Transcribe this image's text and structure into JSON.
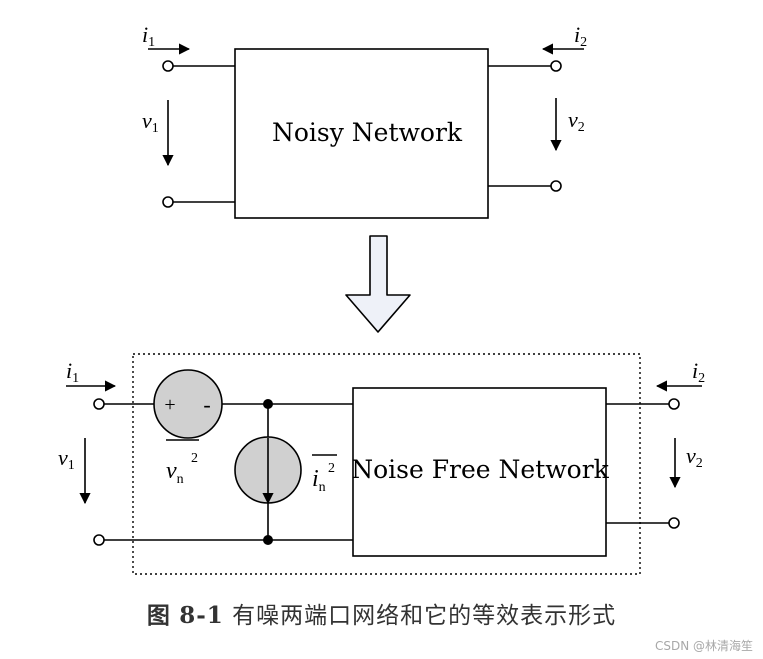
{
  "top_network": {
    "label": "Noisy Network",
    "port1_current": "i",
    "port1_current_sub": "1",
    "port1_voltage": "v",
    "port1_voltage_sub": "1",
    "port2_current": "i",
    "port2_current_sub": "2",
    "port2_voltage": "v",
    "port2_voltage_sub": "2"
  },
  "bottom_network": {
    "label": "Noise Free Network",
    "port1_current": "i",
    "port1_current_sub": "1",
    "port1_voltage": "v",
    "port1_voltage_sub": "1",
    "port2_current": "i",
    "port2_current_sub": "2",
    "port2_voltage": "v",
    "port2_voltage_sub": "2",
    "voltage_source": {
      "plus": "+",
      "minus": "-",
      "symbol": "v",
      "sub": "n",
      "sup": "2"
    },
    "current_source": {
      "symbol": "i",
      "sub": "n",
      "sup": "2"
    }
  },
  "caption": {
    "prefix": "图",
    "number": "8-1",
    "text": "有噪两端口网络和它的等效表示形式"
  },
  "watermark": "CSDN @林清海笙"
}
